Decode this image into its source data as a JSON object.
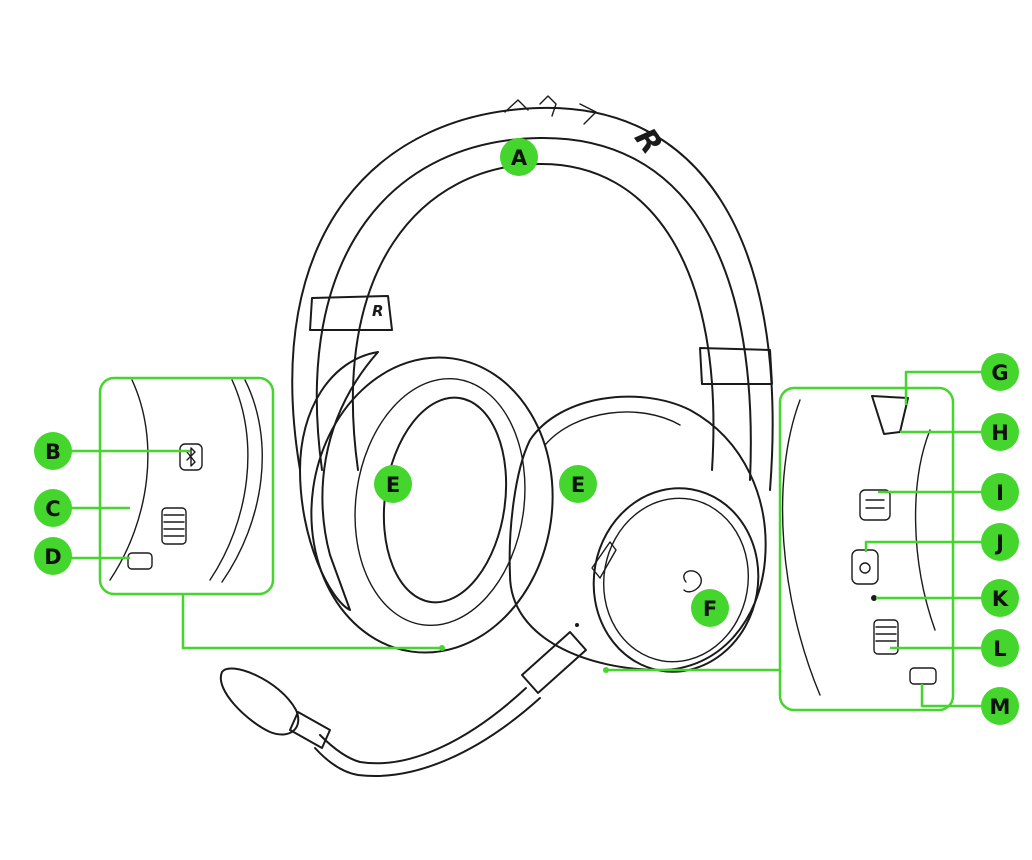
{
  "labels": {
    "A": "A",
    "B": "B",
    "C": "C",
    "D": "D",
    "E_left": "E",
    "E_right": "E",
    "F": "F",
    "G": "G",
    "H": "H",
    "I": "I",
    "J": "J",
    "K": "K",
    "L": "L",
    "M": "M"
  },
  "headband_print": {
    "side_mark": "R",
    "top_mark": "R"
  },
  "colors": {
    "accent": "#44d62c",
    "line": "#1a1a1a",
    "background": "#ffffff"
  },
  "icons": {
    "B": "bluetooth-icon",
    "J": "power-icon",
    "I": "usb-c-port-icon",
    "C": "volume-dial-icon",
    "L": "mic-volume-dial-icon"
  }
}
